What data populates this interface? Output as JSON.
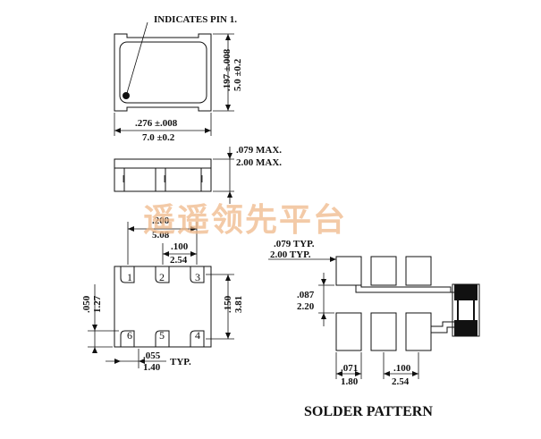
{
  "top_view": {
    "pin1_note": "INDICATES PIN 1.",
    "length_in": ".276 ±.008",
    "length_mm": "7.0 ±0.2",
    "width_in": ".197 ±.008",
    "width_mm": "5.0 ±0.2"
  },
  "side_view": {
    "height_in": ".079 MAX.",
    "height_mm": "2.00 MAX."
  },
  "bottom_view": {
    "span_in": ".200",
    "span_mm": "5.08",
    "pitch_in": ".100",
    "pitch_mm": "2.54",
    "row_span_in": ".150",
    "row_span_mm": "3.81",
    "pad_len_in": ".050",
    "pad_len_mm": "1.27",
    "pad_w_in": ".055",
    "pad_w_mm": "1.40",
    "pad_w_note": "TYP.",
    "pins_top": [
      "1",
      "2",
      "3"
    ],
    "pins_bottom": [
      "6",
      "5",
      "4"
    ]
  },
  "solder_pattern": {
    "title": "SOLDER PATTERN",
    "gap_in": ".079 TYP.",
    "gap_mm": "2.00 TYP.",
    "row_gap_in": ".087",
    "row_gap_mm": "2.20",
    "pad_w_in": ".071",
    "pad_w_mm": "1.80",
    "pitch_in": ".100",
    "pitch_mm": "2.54"
  },
  "watermark": "遥遥领先平台",
  "colors": {
    "ink": "#111111",
    "watermark": "#f0b98a",
    "background": "#ffffff"
  }
}
